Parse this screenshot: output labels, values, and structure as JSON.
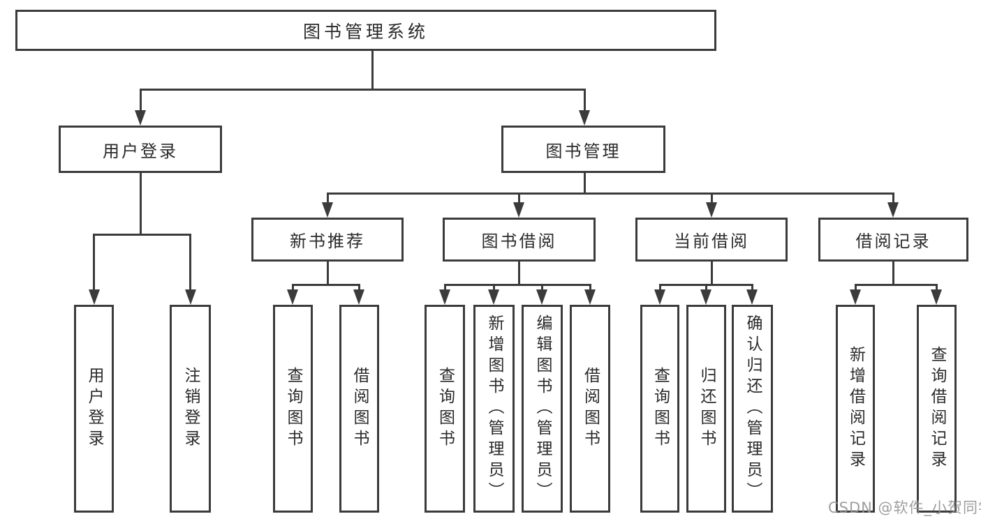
{
  "diagram": {
    "type": "tree",
    "direction": "top-down",
    "title": "图书管理系统",
    "nodes": {
      "root": "图书管理系统",
      "user_login": "用户登录",
      "book_mgmt": "图书管理",
      "new_book_rec": "新书推荐",
      "book_borrow": "图书借阅",
      "current_borrow": "当前借阅",
      "borrow_record": "借阅记录",
      "leaf_user_login": "用户登录",
      "leaf_logout": "注销登录",
      "leaf_rec_query": "查询图书",
      "leaf_rec_borrow": "借阅图书",
      "leaf_bor_query": "查询图书",
      "leaf_bor_add": "新增图书（管理员）",
      "leaf_bor_edit": "编辑图书（管理员）",
      "leaf_bor_borrow": "借阅图书",
      "leaf_cur_query": "查询图书",
      "leaf_cur_return": "归还图书",
      "leaf_cur_confirm": "确认归还（管理员）",
      "leaf_record_add": "新增借阅记录",
      "leaf_record_query": "查询借阅记录"
    },
    "tree": {
      "图书管理系统": {
        "用户登录": [
          "用户登录",
          "注销登录"
        ],
        "图书管理": {
          "新书推荐": [
            "查询图书",
            "借阅图书"
          ],
          "图书借阅": [
            "查询图书",
            "新增图书（管理员）",
            "编辑图书（管理员）",
            "借阅图书"
          ],
          "当前借阅": [
            "查询图书",
            "归还图书",
            "确认归还（管理员）"
          ],
          "借阅记录": [
            "新增借阅记录",
            "查询借阅记录"
          ]
        }
      }
    },
    "colors": {
      "line": "#3b3b3b",
      "text": "#2a2a2a",
      "background": "#ffffff",
      "watermark": "#969696"
    }
  },
  "watermark": {
    "label": "CSDN @软件_小贺同学"
  }
}
